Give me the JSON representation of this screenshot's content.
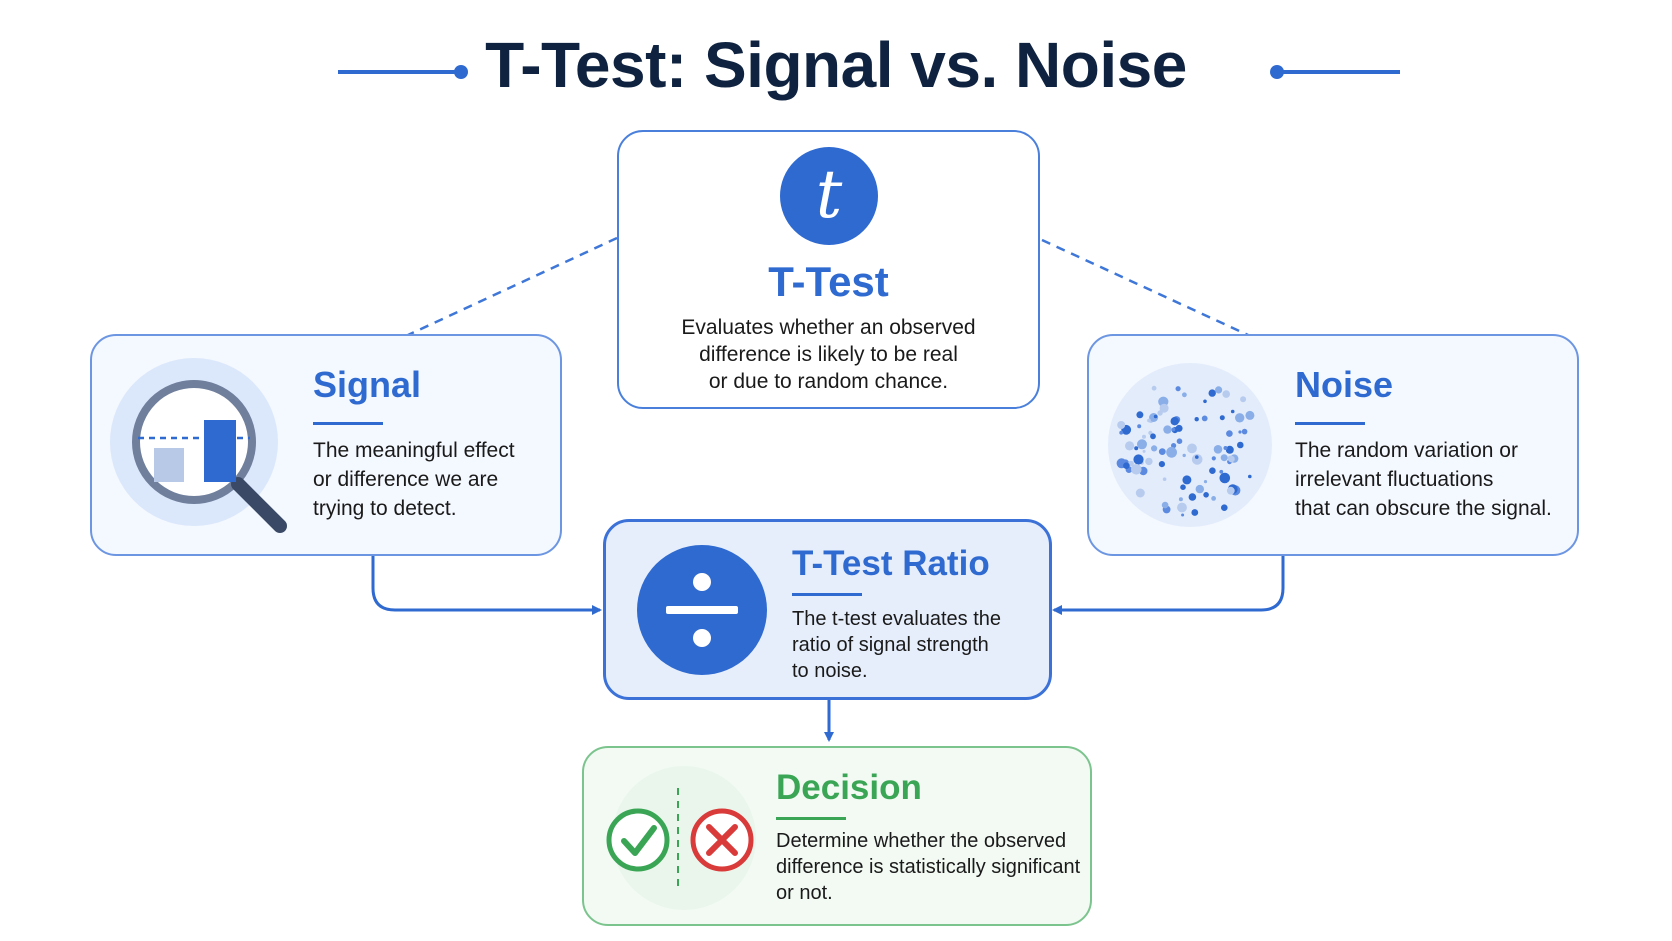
{
  "title": "T-Test: Signal vs. Noise",
  "colors": {
    "primary": "#2f6ad0",
    "accent_light": "#e6eefc",
    "decision_green": "#3aa655",
    "reject_red": "#d93a3a",
    "title_dark": "#0f2340"
  },
  "ttest": {
    "icon_letter": "t",
    "heading": "T-Test",
    "description": "Evaluates whether an observed\ndifference is likely to be real\nor due to random chance."
  },
  "signal": {
    "icon": "magnifier-bar-chart-icon",
    "heading": "Signal",
    "description": "The meaningful effect\nor difference we are\ntrying to detect."
  },
  "noise": {
    "icon": "scattered-dots-icon",
    "heading": "Noise",
    "description": "The random variation or\nirrelevant fluctuations\nthat can obscure the signal."
  },
  "ratio": {
    "icon": "divide-icon",
    "heading": "T-Test Ratio",
    "description": "The t-test evaluates the\nratio of signal strength\nto noise."
  },
  "decision": {
    "icons": [
      "check-circle-icon",
      "x-circle-icon"
    ],
    "heading": "Decision",
    "description": "Determine whether the observed\ndifference is statistically significant\nor not."
  }
}
